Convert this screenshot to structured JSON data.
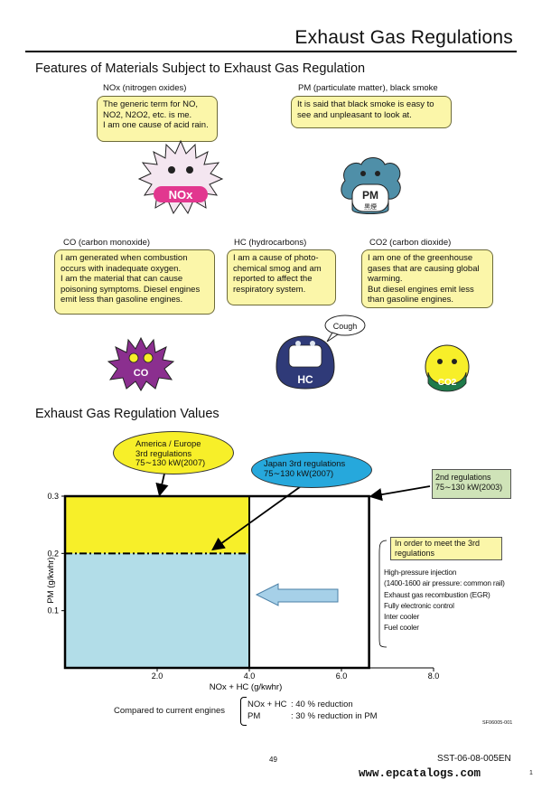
{
  "header": {
    "title": "Exhaust Gas Regulations"
  },
  "features": {
    "heading": "Features of Materials Subject to Exhaust Gas Regulation",
    "nox": {
      "caption": "NOx (nitrogen oxides)",
      "lines": [
        "The generic term for NO,",
        "NO2, N2O2, etc. is me.",
        "I am one cause of acid rain."
      ],
      "badge": "NOx",
      "color": "#e2378f"
    },
    "pm": {
      "caption": "PM (particulate matter), black smoke",
      "lines": [
        "It is said that black smoke is easy to",
        "see and unpleasant to look at."
      ],
      "badge": "PM",
      "badge_sub": "黒煙",
      "color": "#4f8fa8"
    },
    "co": {
      "caption": "CO (carbon monoxide)",
      "lines": [
        "I am generated when combustion",
        "occurs with inadequate oxygen.",
        "I am the material that can cause",
        "poisoning symptoms. Diesel engines",
        "emit less than gasoline engines."
      ],
      "badge": "CO",
      "color": "#8b2f8f"
    },
    "hc": {
      "caption": "HC (hydrocarbons)",
      "lines": [
        "I am a cause of photo-",
        "chemical smog and am",
        "reported to affect the",
        "respiratory system."
      ],
      "badge": "HC",
      "cough": "Cough",
      "color": "#2f3a78"
    },
    "co2": {
      "caption": "CO2 (carbon dioxide)",
      "lines": [
        "I am one of the greenhouse",
        "gases that are causing global",
        "warming.",
        "But diesel engines emit less",
        "than gasoline engines."
      ],
      "badge": "CO2",
      "color": "#1f7a4a"
    }
  },
  "regulation": {
    "heading": "Exhaust Gas Regulation Values",
    "america_label": [
      "America / Europe",
      "3rd regulations",
      "75∼130 kW(2007)"
    ],
    "japan_label": [
      "Japan   3rd regulations",
      "75∼130 kW(2007)"
    ],
    "second_label": [
      "2nd regulations",
      "75∼130 kW(2003)"
    ],
    "meet_label": [
      "In order to meet the 3rd",
      "regulations"
    ],
    "measures": [
      "High-pressure injection",
      "(1400-1600 air pressure: common rail)",
      "Exhaust gas recombustion (EGR)",
      "Fully electronic control",
      "Inter cooler",
      "Fuel cooler"
    ],
    "compared_label": "Compared to current engines",
    "reductions": [
      {
        "name": "NOx + HC",
        "value": ":  40 % reduction"
      },
      {
        "name": "PM",
        "value": ":  30 % reduction in PM"
      }
    ],
    "figure_code": "SF06005-001"
  },
  "chart_data": {
    "type": "area",
    "xlabel": "NOx + HC (g/kwhr)",
    "ylabel": "PM (g/kwhr)",
    "xlim": [
      0,
      8.0
    ],
    "ylim": [
      0,
      0.3
    ],
    "x_ticks": [
      "2.0",
      "4.0",
      "6.0",
      "8.0"
    ],
    "y_ticks": [
      "0.1",
      "0.2",
      "0.3"
    ],
    "regions": [
      {
        "name": "America / Europe 3rd regulations",
        "x_max": 4.0,
        "y_max": 0.3,
        "color": "#f7ef29"
      },
      {
        "name": "Japan 3rd regulations",
        "x_max": 4.0,
        "y_max": 0.2,
        "color": "#b2dde8"
      },
      {
        "name": "2nd regulations",
        "x_max": 6.6,
        "y_max": 0.3,
        "color": "none"
      }
    ],
    "colors": {
      "yellow": "#f7ef29",
      "lightblue": "#b2dde8",
      "japan_bubble": "#26a8dc",
      "second_box": "#cfe3b8",
      "arrow": "#a6d0e8"
    }
  },
  "footer": {
    "page_number": "49",
    "doc_code": "SST-06-08-005EN",
    "site": "www.epcatalogs.com",
    "corner_mark": "1"
  }
}
